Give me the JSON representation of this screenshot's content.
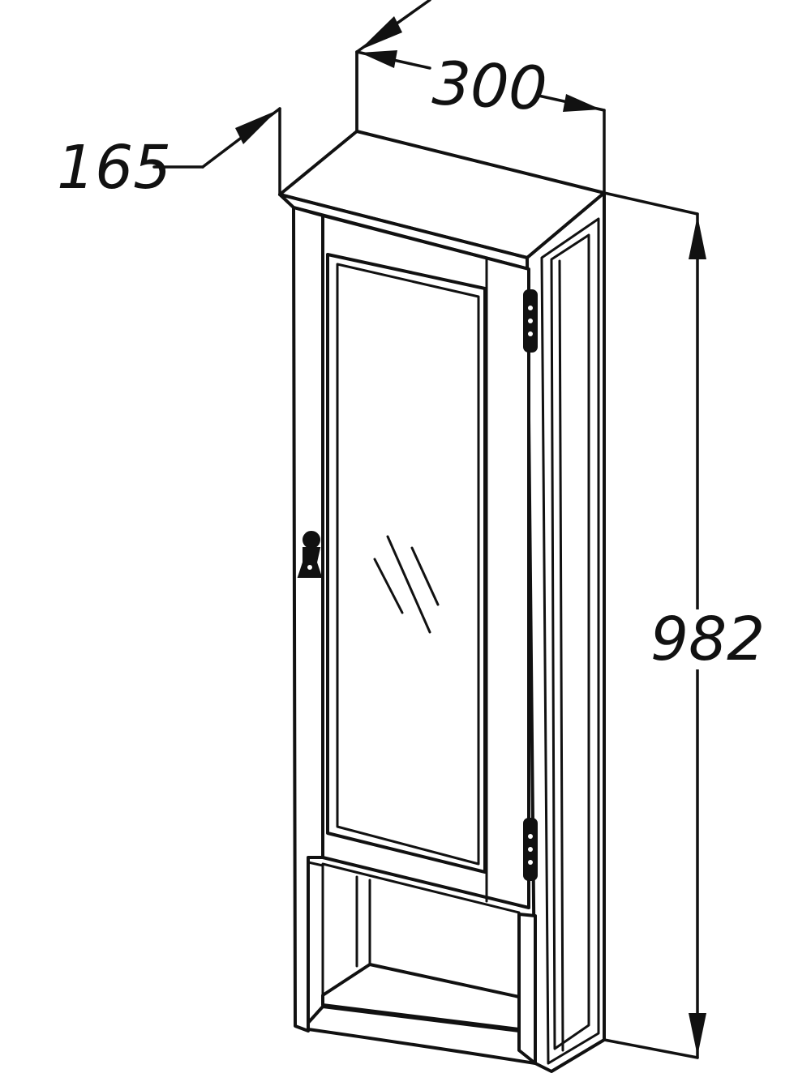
{
  "dimensions": {
    "width": "300",
    "depth": "165",
    "height": "982"
  },
  "colors": {
    "line": "#111111",
    "background": "#ffffff"
  }
}
